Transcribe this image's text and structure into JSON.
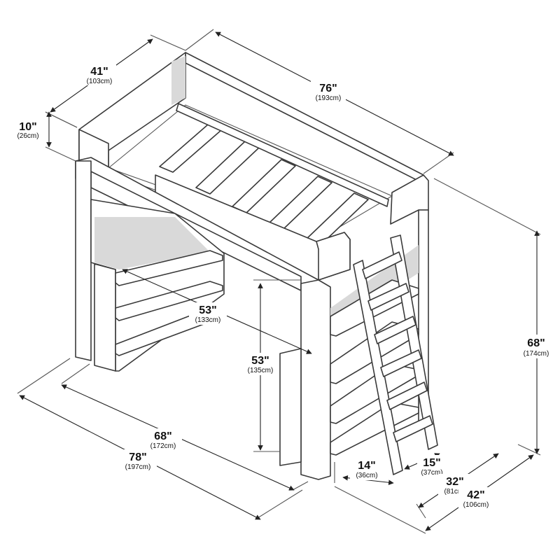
{
  "dimensions": {
    "head_depth": {
      "imperial": "41\"",
      "metric": "(103cm)"
    },
    "length_top": {
      "imperial": "76\"",
      "metric": "(193cm)"
    },
    "rail_height": {
      "imperial": "10\"",
      "metric": "(26cm)"
    },
    "total_height": {
      "imperial": "68\"",
      "metric": "(174cm)"
    },
    "desk_width": {
      "imperial": "53\"",
      "metric": "(133cm)"
    },
    "clearance": {
      "imperial": "53\"",
      "metric": "(135cm)"
    },
    "inner_length": {
      "imperial": "68\"",
      "metric": "(172cm)"
    },
    "total_length": {
      "imperial": "78\"",
      "metric": "(197cm)"
    },
    "ladder_gap": {
      "imperial": "14\"",
      "metric": "(36cm)"
    },
    "ladder_width": {
      "imperial": "15\"",
      "metric": "(37cm)"
    },
    "shelf_depth": {
      "imperial": "32\"",
      "metric": "(81cm)"
    },
    "total_width": {
      "imperial": "42\"",
      "metric": "(106cm)"
    }
  }
}
